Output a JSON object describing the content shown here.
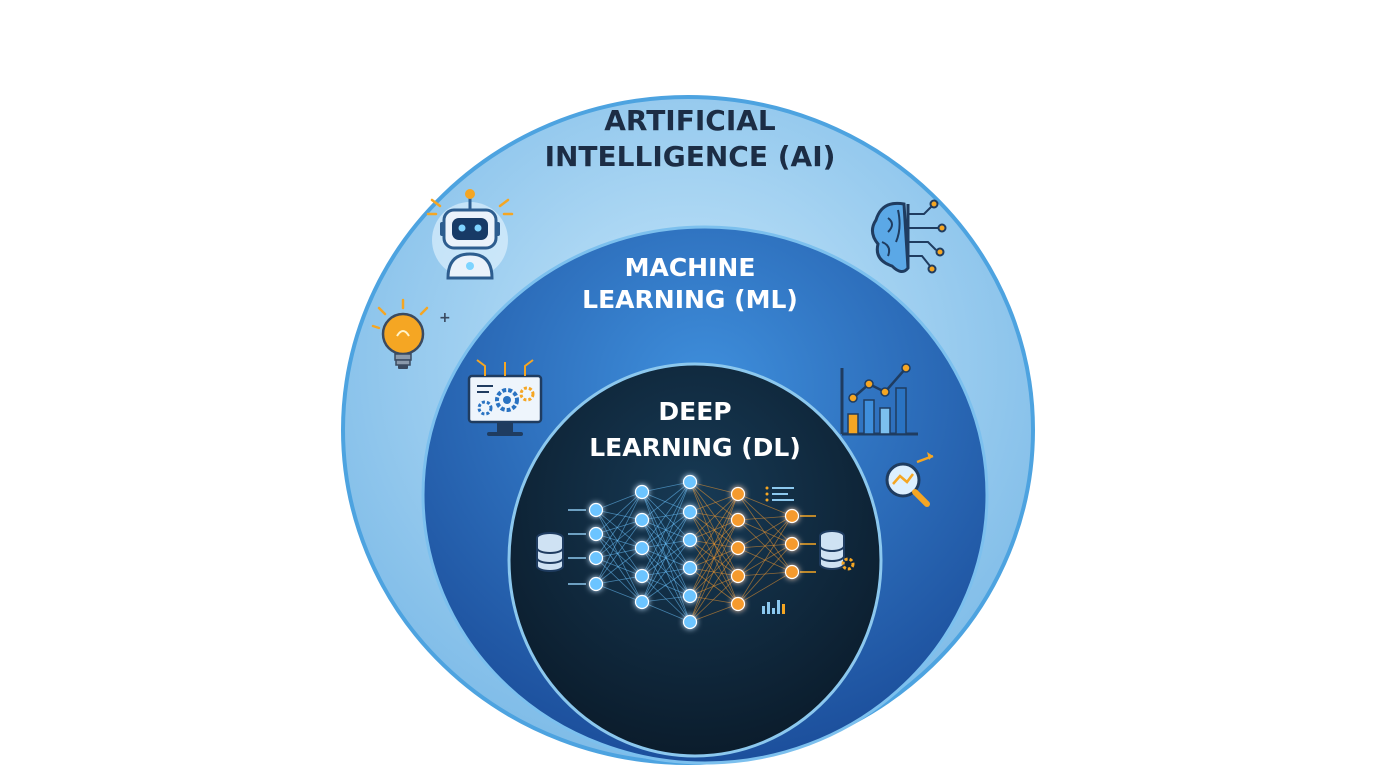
{
  "ai": {
    "line1": "ARTIFICIAL",
    "line2": "INTELLIGENCE (AI)",
    "icons": [
      "robot-icon",
      "lightbulb-icon",
      "brain-circuit-icon"
    ]
  },
  "ml": {
    "line1": "MACHINE",
    "line2": "LEARNING (ML)",
    "icons": [
      "monitor-gears-icon",
      "bar-chart-icon",
      "magnifier-trend-icon"
    ]
  },
  "dl": {
    "line1": "DEEP",
    "line2": "LEARNING (DL)",
    "icons": [
      "neural-network-icon",
      "database-input-icon",
      "database-output-icon"
    ]
  },
  "colors": {
    "ai_fill": "#9fd0f0",
    "ml_fill": "#2a73c2",
    "dl_fill": "#0f2233",
    "text_dark": "#1c2d45",
    "text_light": "#ffffff",
    "node_blue": "#6cc4ff",
    "node_orange": "#f59a2e"
  }
}
